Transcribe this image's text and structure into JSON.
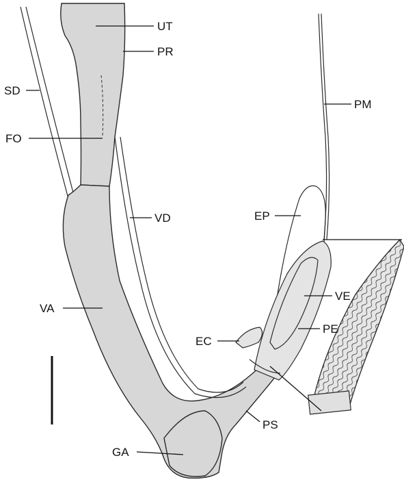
{
  "labels": {
    "ut": "UT",
    "pr": "PR",
    "sd": "SD",
    "fo": "FO",
    "pm": "PM",
    "vd": "VD",
    "ep": "EP",
    "va": "VA",
    "ve": "VE",
    "pe": "PE",
    "ec": "EC",
    "ps": "PS",
    "ga": "GA"
  }
}
